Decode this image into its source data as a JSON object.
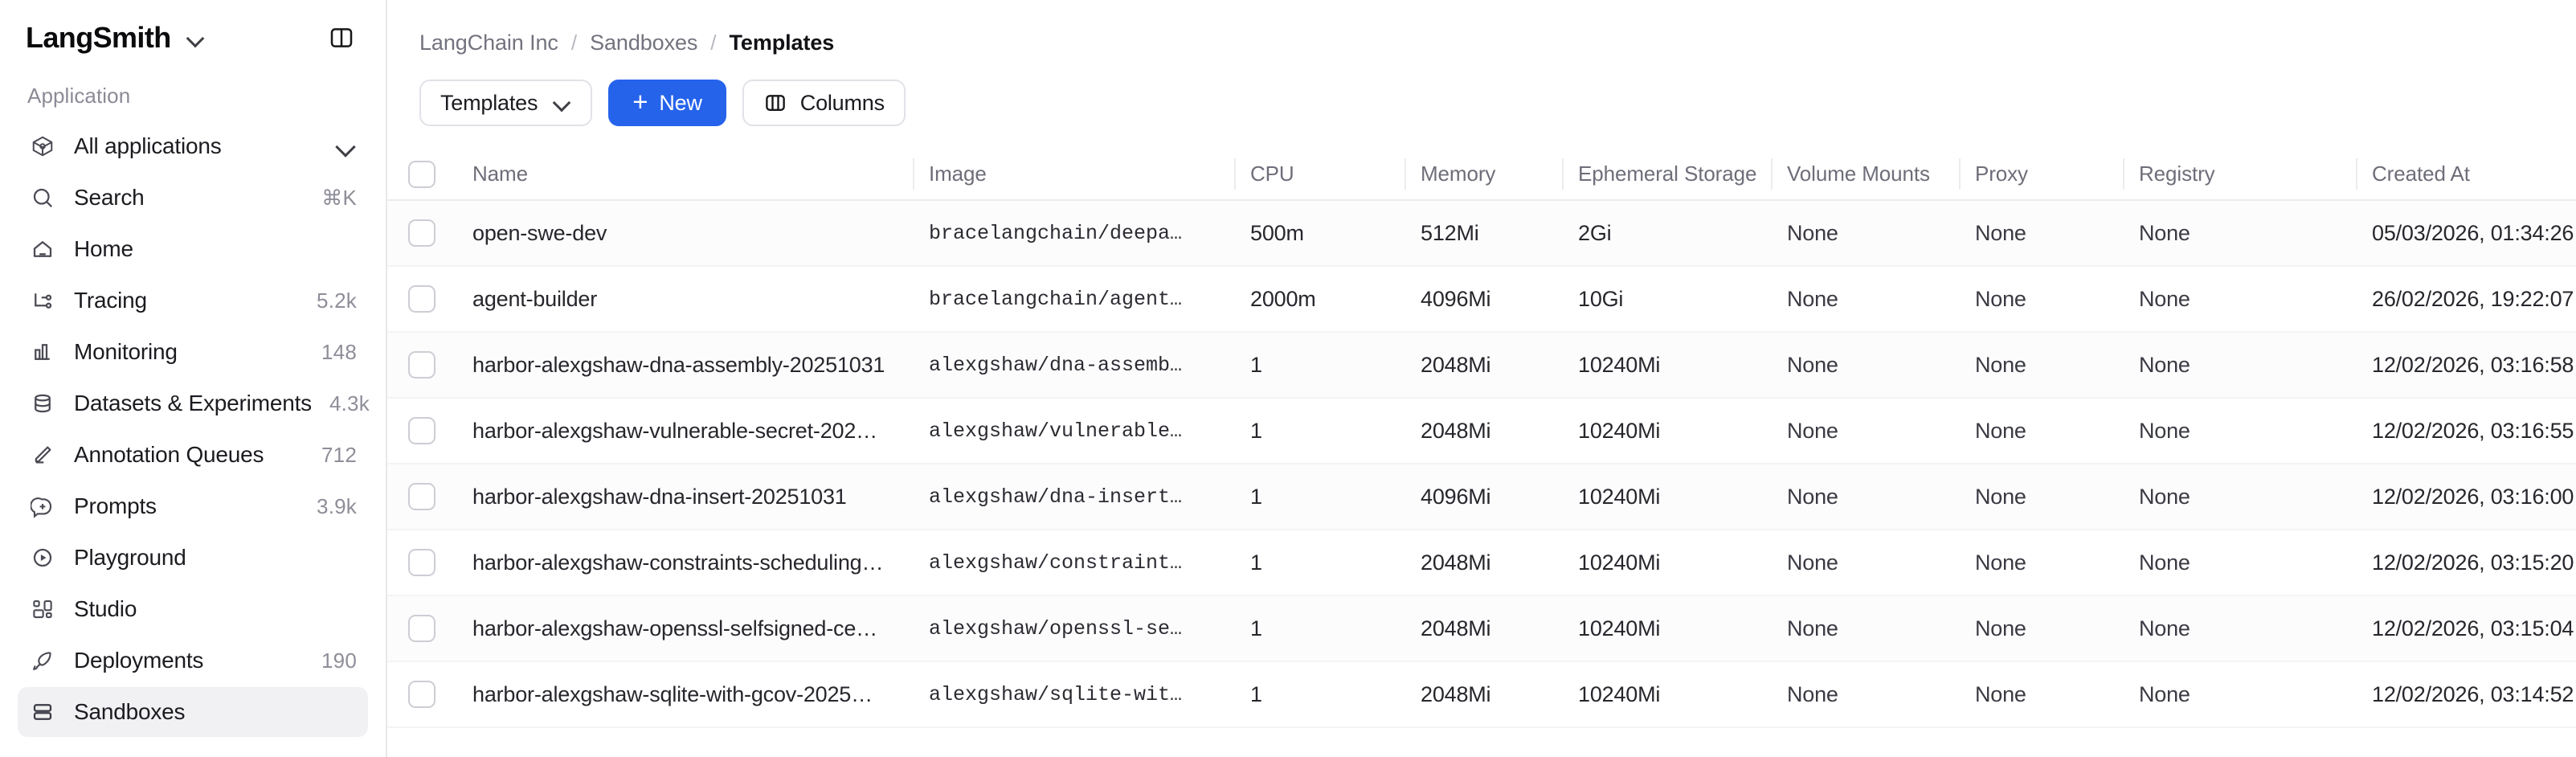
{
  "sidebar": {
    "brand": "LangSmith",
    "brand_caret_icon": "chevron-down-icon",
    "panel_toggle_icon": "sidebar-toggle-icon",
    "section_label": "Application",
    "items": [
      {
        "label": "All applications",
        "icon": "cube-icon",
        "meta": "",
        "trailing": "chevron-down-icon",
        "active": false
      },
      {
        "label": "Search",
        "icon": "search-icon",
        "meta": "⌘K",
        "trailing": "",
        "active": false
      },
      {
        "label": "Home",
        "icon": "home-icon",
        "meta": "",
        "trailing": "",
        "active": false
      },
      {
        "label": "Tracing",
        "icon": "tracing-icon",
        "meta": "5.2k",
        "trailing": "",
        "active": false
      },
      {
        "label": "Monitoring",
        "icon": "bar-chart-icon",
        "meta": "148",
        "trailing": "",
        "active": false
      },
      {
        "label": "Datasets & Experiments",
        "icon": "database-icon",
        "meta": "4.3k",
        "trailing": "",
        "active": false
      },
      {
        "label": "Annotation Queues",
        "icon": "pencil-icon",
        "meta": "712",
        "trailing": "",
        "active": false
      },
      {
        "label": "Prompts",
        "icon": "prompt-icon",
        "meta": "3.9k",
        "trailing": "",
        "active": false
      },
      {
        "label": "Playground",
        "icon": "play-circle-icon",
        "meta": "",
        "trailing": "",
        "active": false
      },
      {
        "label": "Studio",
        "icon": "studio-icon",
        "meta": "",
        "trailing": "",
        "active": false
      },
      {
        "label": "Deployments",
        "icon": "rocket-icon",
        "meta": "190",
        "trailing": "",
        "active": false
      },
      {
        "label": "Sandboxes",
        "icon": "server-icon",
        "meta": "",
        "trailing": "",
        "active": true
      }
    ]
  },
  "breadcrumb": {
    "items": [
      "LangChain Inc",
      "Sandboxes",
      "Templates"
    ],
    "separator": "/"
  },
  "toolbar": {
    "filter_label": "Templates",
    "filter_caret_icon": "chevron-down-icon",
    "new_label": "New",
    "new_plus_icon": "plus-icon",
    "columns_label": "Columns",
    "columns_icon": "columns-icon"
  },
  "table": {
    "select_all_checkbox": "unchecked",
    "columns": [
      "Name",
      "Image",
      "CPU",
      "Memory",
      "Ephemeral Storage",
      "Volume Mounts",
      "Proxy",
      "Registry",
      "Created At"
    ],
    "rows": [
      {
        "name": "open-swe-dev",
        "image": "bracelangchain/deepa…",
        "cpu": "500m",
        "memory": "512Mi",
        "ephemeral_storage": "2Gi",
        "volume_mounts": "None",
        "proxy": "None",
        "registry": "None",
        "created_at": "05/03/2026, 01:34:26"
      },
      {
        "name": "agent-builder",
        "image": "bracelangchain/agent…",
        "cpu": "2000m",
        "memory": "4096Mi",
        "ephemeral_storage": "10Gi",
        "volume_mounts": "None",
        "proxy": "None",
        "registry": "None",
        "created_at": "26/02/2026, 19:22:07"
      },
      {
        "name": "harbor-alexgshaw-dna-assembly-20251031",
        "image": "alexgshaw/dna-assemb…",
        "cpu": "1",
        "memory": "2048Mi",
        "ephemeral_storage": "10240Mi",
        "volume_mounts": "None",
        "proxy": "None",
        "registry": "None",
        "created_at": "12/02/2026, 03:16:58"
      },
      {
        "name": "harbor-alexgshaw-vulnerable-secret-202…",
        "image": "alexgshaw/vulnerable…",
        "cpu": "1",
        "memory": "2048Mi",
        "ephemeral_storage": "10240Mi",
        "volume_mounts": "None",
        "proxy": "None",
        "registry": "None",
        "created_at": "12/02/2026, 03:16:55"
      },
      {
        "name": "harbor-alexgshaw-dna-insert-20251031",
        "image": "alexgshaw/dna-insert…",
        "cpu": "1",
        "memory": "4096Mi",
        "ephemeral_storage": "10240Mi",
        "volume_mounts": "None",
        "proxy": "None",
        "registry": "None",
        "created_at": "12/02/2026, 03:16:00"
      },
      {
        "name": "harbor-alexgshaw-constraints-scheduling…",
        "image": "alexgshaw/constraint…",
        "cpu": "1",
        "memory": "2048Mi",
        "ephemeral_storage": "10240Mi",
        "volume_mounts": "None",
        "proxy": "None",
        "registry": "None",
        "created_at": "12/02/2026, 03:15:20"
      },
      {
        "name": "harbor-alexgshaw-openssl-selfsigned-ce…",
        "image": "alexgshaw/openssl-se…",
        "cpu": "1",
        "memory": "2048Mi",
        "ephemeral_storage": "10240Mi",
        "volume_mounts": "None",
        "proxy": "None",
        "registry": "None",
        "created_at": "12/02/2026, 03:15:04"
      },
      {
        "name": "harbor-alexgshaw-sqlite-with-gcov-2025…",
        "image": "alexgshaw/sqlite-wit…",
        "cpu": "1",
        "memory": "2048Mi",
        "ephemeral_storage": "10240Mi",
        "volume_mounts": "None",
        "proxy": "None",
        "registry": "None",
        "created_at": "12/02/2026, 03:14:52"
      }
    ]
  },
  "colors": {
    "accent": "#2563EB",
    "sidebar_active_bg": "#F1F1F3",
    "border": "#E8E8EC",
    "text_muted": "#6E6E7A"
  }
}
